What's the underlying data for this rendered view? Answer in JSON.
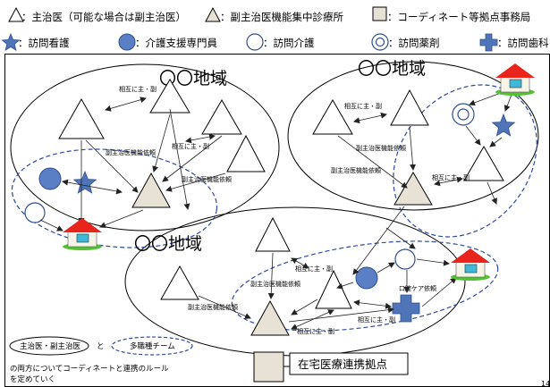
{
  "legend": {
    "row1": [
      {
        "icon": "outline-triangle-icon",
        "label": "：主治医（可能な場合は副主治医）"
      },
      {
        "icon": "shaded-triangle-icon",
        "label": "：副主治医機能集中診療所"
      },
      {
        "icon": "shaded-square-icon",
        "label": "：コーディネート等拠点事務局"
      }
    ],
    "row2": [
      {
        "icon": "star-icon",
        "label": "：訪問看護"
      },
      {
        "icon": "filled-circle-icon",
        "label": "：介護支援専門員"
      },
      {
        "icon": "open-circle-icon",
        "label": "：訪問介護"
      },
      {
        "icon": "double-circle-icon",
        "label": "：訪問薬剤"
      },
      {
        "icon": "cross-icon",
        "label": "：訪問歯科"
      }
    ]
  },
  "regions": {
    "left": "〇〇地域",
    "right": "〇〇地域",
    "bottom": "〇〇地域"
  },
  "labels": {
    "mutual": "相互に主・副",
    "request": "副主治医機能依頼",
    "oral_care": "口腔ケア依頼"
  },
  "key": {
    "doctor_group": "主治医・副主治医",
    "and": "と",
    "team": "多職種チーム",
    "note_line1": "の両方についてコーディネートと連携のルール",
    "note_line2": "を定めていく"
  },
  "hub": {
    "label": "在宅医療連携拠点"
  },
  "page_number": "14",
  "colors": {
    "circle_fill": "#5b7fc4",
    "circle_stroke": "#2f4f8f",
    "star_fill": "#4f74b8",
    "shaded": "#e8e2d6",
    "roof": "#e8241d",
    "house_body": "#f6f3e7",
    "window": "#40b8d8",
    "grass": "#55c235",
    "dash_blue": "#2e4a9e"
  }
}
